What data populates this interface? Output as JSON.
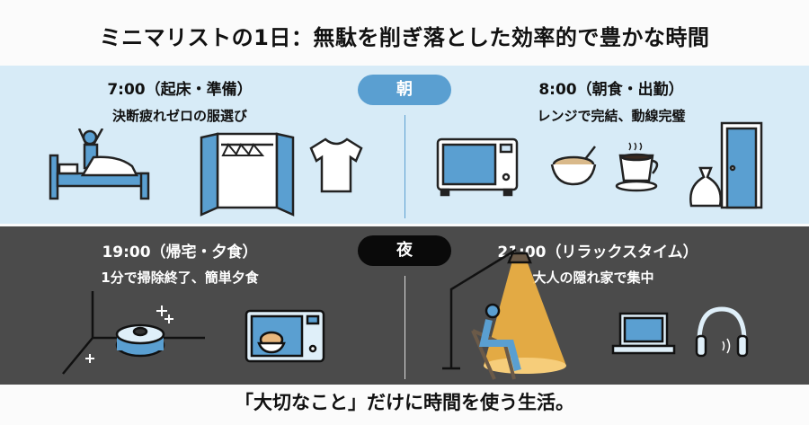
{
  "title": "ミニマリストの1日：無駄を削ぎ落とした効率的で豊かな時間",
  "morning": {
    "label": "朝",
    "left": {
      "time": "7:00（起床・準備）",
      "desc": "決断疲れゼロの服選び"
    },
    "right": {
      "time": "8:00（朝食・出勤）",
      "desc": "レンジで完結、動線完璧"
    },
    "icons": [
      "bed-person-icon",
      "closet-icon",
      "tshirt-icon",
      "microwave-icon",
      "rice-bowl-icon",
      "coffee-cup-icon",
      "bag-icon",
      "door-icon"
    ]
  },
  "night": {
    "label": "夜",
    "left": {
      "time": "19:00（帰宅・夕食）",
      "desc": "1分で掃除終了、簡単夕食"
    },
    "right": {
      "time": "21:00（リラックスタイム）",
      "desc": "大人の隠れ家で集中"
    },
    "icons": [
      "robot-vacuum-icon",
      "microwave-food-icon",
      "floor-lamp-reading-icon",
      "laptop-icon",
      "headphones-icon"
    ]
  },
  "footer": "「大切なこと」だけに時間を使う生活。",
  "colors": {
    "morning_bg": "#d7ebf7",
    "accent_blue": "#5a9fd1",
    "night_bg": "#4b4b4b",
    "lamp_light": "#f4b544"
  }
}
